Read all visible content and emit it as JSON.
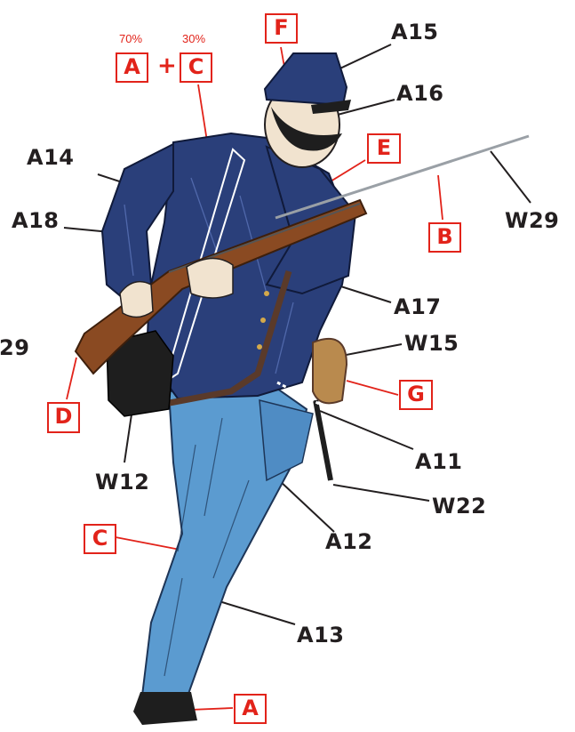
{
  "labels": {
    "a15": "A15",
    "a16": "A16",
    "a14": "A14",
    "a18": "A18",
    "a17": "A17",
    "w29": "W29",
    "w29_cut": "29",
    "w15": "W15",
    "a11": "A11",
    "w22": "W22",
    "w12": "W12",
    "a12": "A12",
    "a13": "A13"
  },
  "boxes": {
    "mix_a": "A",
    "mix_c": "C",
    "f": "F",
    "e": "E",
    "b": "B",
    "d": "D",
    "g": "G",
    "c": "C",
    "a": "A"
  },
  "mix": {
    "plus": "+",
    "pct_a": "70%",
    "pct_c": "30%"
  },
  "colors": {
    "uniform_blue": "#2a3f7a",
    "trouser_blue": "#5b9bd0",
    "rifle_wood": "#8a4a22",
    "leather_black": "#1e1e1e",
    "canteen_tan": "#b98a4e",
    "accent_red": "#e2231a"
  }
}
